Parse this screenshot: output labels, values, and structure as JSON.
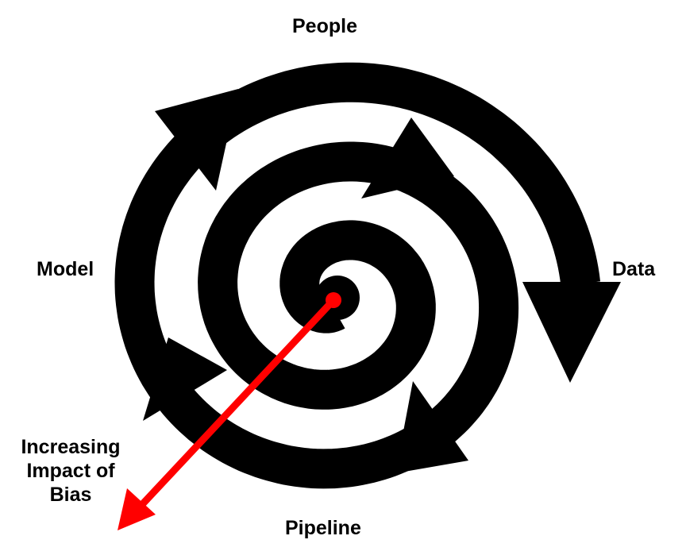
{
  "labels": {
    "people": "People",
    "data": "Data",
    "pipeline": "Pipeline",
    "model": "Model",
    "bias_line1": "Increasing",
    "bias_line2": "Impact of",
    "bias_line3": "Bias"
  },
  "colors": {
    "spiral": "#000000",
    "bias_arrow": "#ff0000"
  }
}
